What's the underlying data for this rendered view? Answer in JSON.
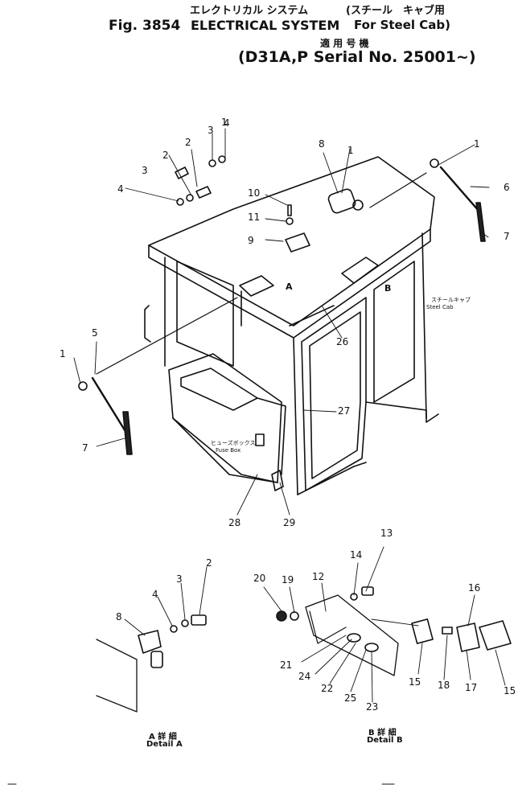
{
  "header": {
    "jp_title": "エレクトリカル システム",
    "fig_label": "Fig. 3854",
    "title": "ELECTRICAL SYSTEM",
    "variant_jp": "(スチール　キャブ用",
    "variant_en": "For Steel Cab)",
    "applicable_jp": "適 用 号 機",
    "serial": "(D31A,P Serial No. 25001~)"
  },
  "labels": {
    "detail_a_ref": "A",
    "detail_b_ref": "B",
    "steel_cab_jp": "スチールキャブ",
    "steel_cab_en": "Steel Cab",
    "fuse_box_jp": "ヒューズボックス",
    "fuse_box_en": "Fuse Box"
  },
  "callouts": {
    "main": [
      "1",
      "2",
      "3",
      "4",
      "2",
      "3",
      "4",
      "8",
      "1",
      "6",
      "10",
      "11",
      "9",
      "7",
      "5",
      "1",
      "7",
      "26",
      "27",
      "28",
      "29"
    ],
    "detail_a": [
      "2",
      "3",
      "4",
      "8"
    ],
    "detail_b": [
      "13",
      "14",
      "20",
      "19",
      "12",
      "21",
      "24",
      "22",
      "25",
      "23",
      "15",
      "18",
      "16",
      "17",
      "15"
    ]
  },
  "details": {
    "a_jp": "A 詳 細",
    "a_en": "Detail A",
    "b_jp": "B 詳 細",
    "b_en": "Detail B"
  }
}
